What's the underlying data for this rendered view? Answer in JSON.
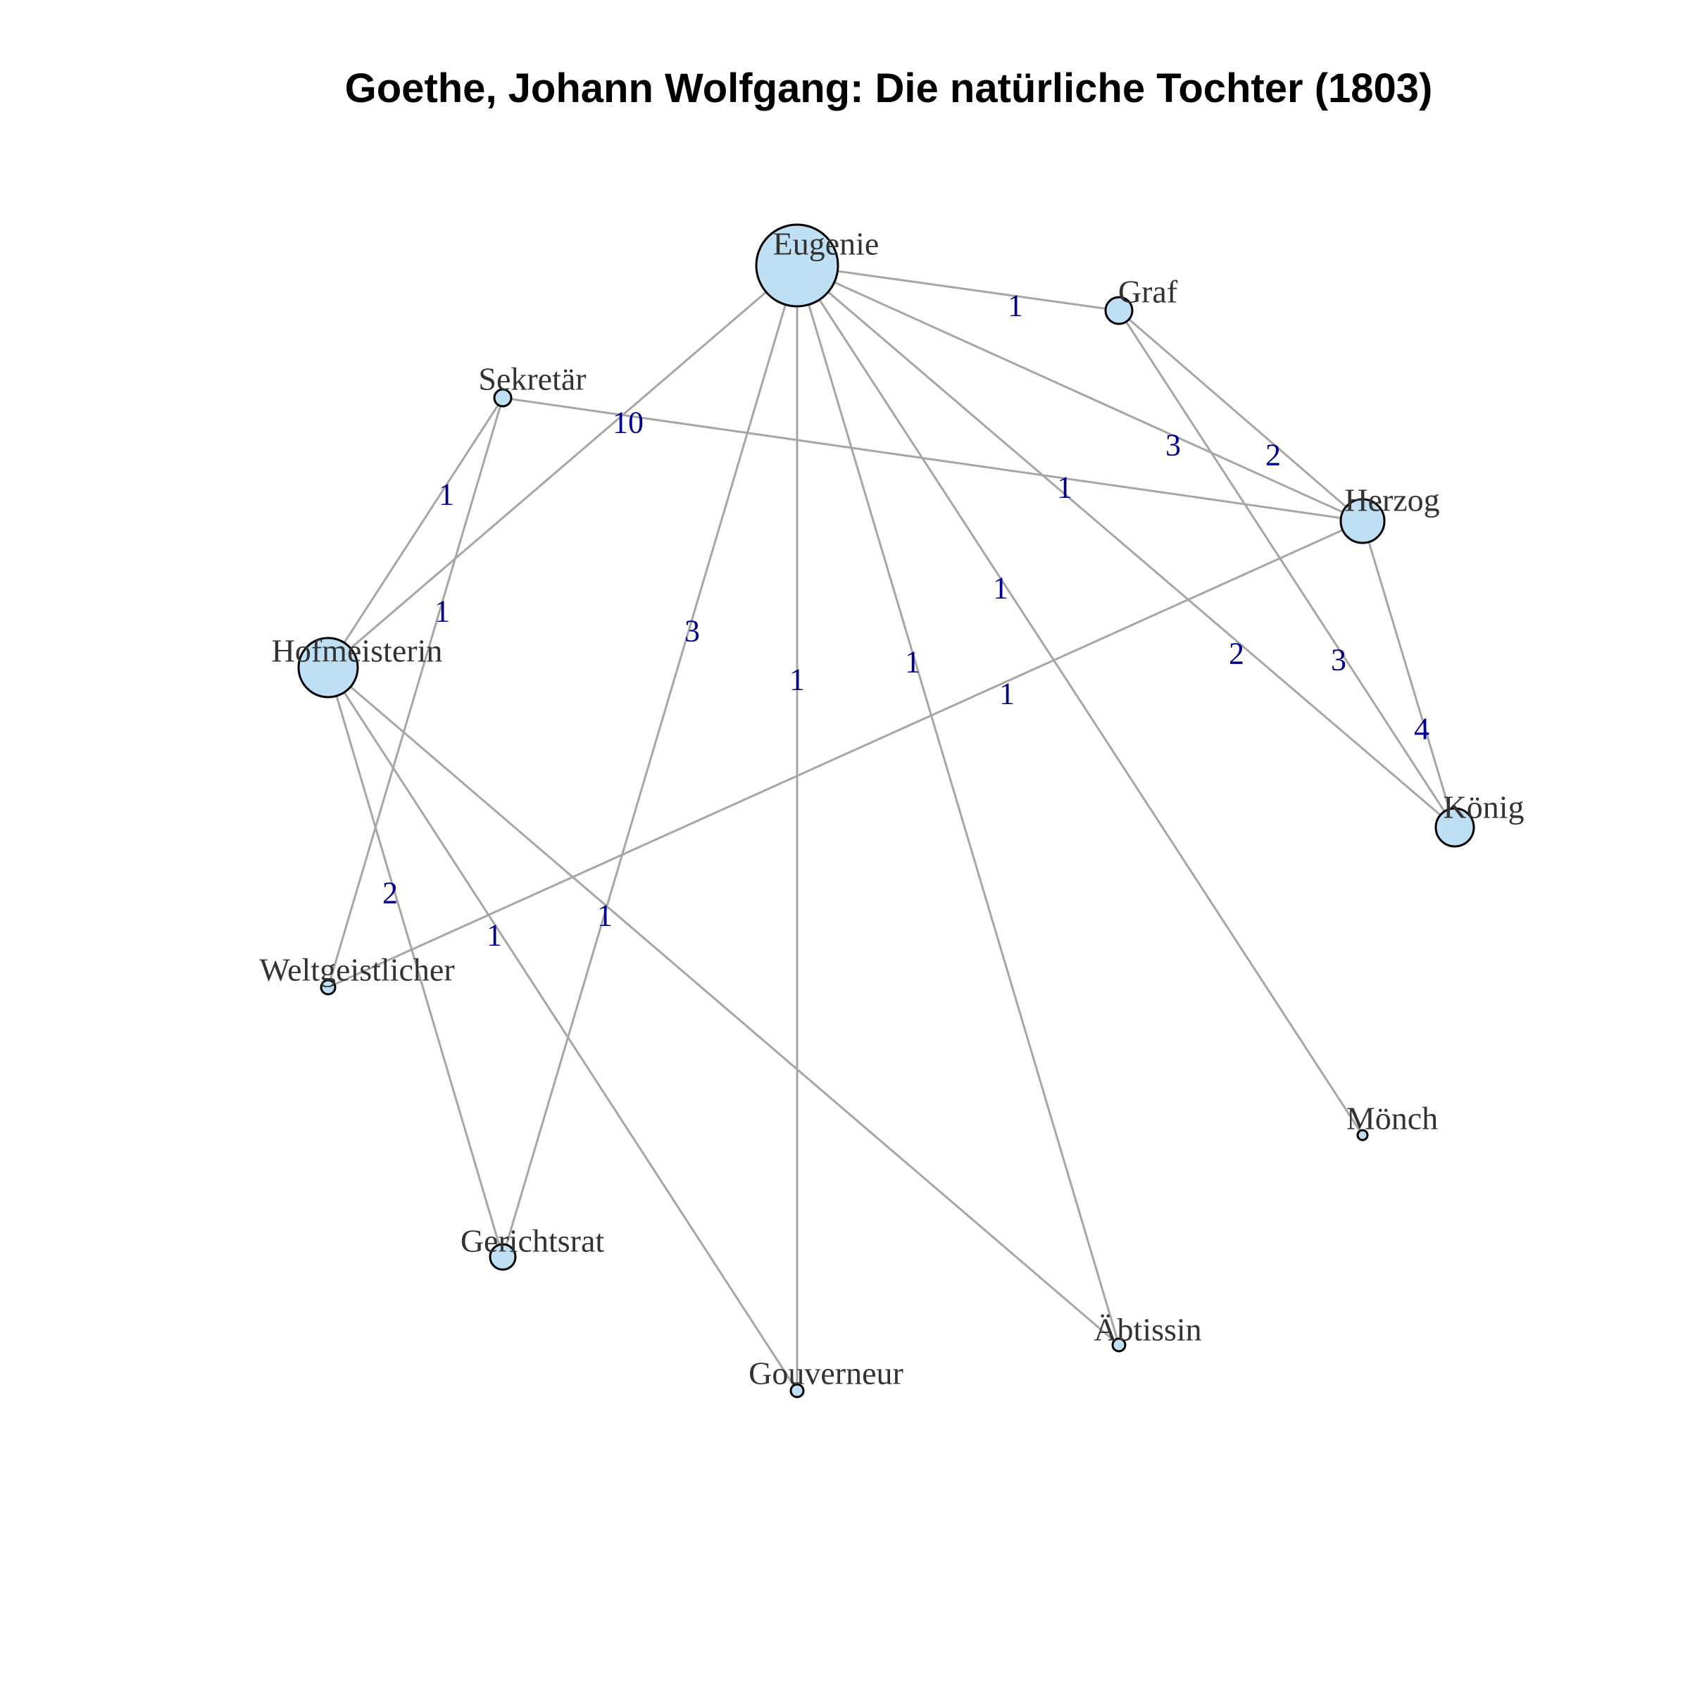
{
  "title": "Goethe, Johann Wolfgang: Die natürliche Tochter (1803)",
  "colors": {
    "node_fill": "#bfdff5",
    "node_stroke": "#000000",
    "edge": "#a6a6a6",
    "edge_label": "#00008b",
    "node_label": "#333333"
  },
  "nodes": [
    {
      "id": "eugenie",
      "label": "Eugenie"
    },
    {
      "id": "graf",
      "label": "Graf"
    },
    {
      "id": "sekretaer",
      "label": "Sekretär"
    },
    {
      "id": "herzog",
      "label": "Herzog"
    },
    {
      "id": "hofmeisterin",
      "label": "Hofmeisterin"
    },
    {
      "id": "koenig",
      "label": "König"
    },
    {
      "id": "weltgeistlicher",
      "label": "Weltgeistlicher"
    },
    {
      "id": "moench",
      "label": "Mönch"
    },
    {
      "id": "gerichtsrat",
      "label": "Gerichtsrat"
    },
    {
      "id": "aebtissin",
      "label": "Äbtissin"
    },
    {
      "id": "gouverneur",
      "label": "Gouverneur"
    }
  ],
  "edges": [
    {
      "source": "eugenie",
      "target": "graf",
      "weight": "1"
    },
    {
      "source": "eugenie",
      "target": "hofmeisterin",
      "weight": "10"
    },
    {
      "source": "eugenie",
      "target": "herzog",
      "weight": "3"
    },
    {
      "source": "eugenie",
      "target": "koenig",
      "weight": "2"
    },
    {
      "source": "eugenie",
      "target": "gerichtsrat",
      "weight": "3"
    },
    {
      "source": "eugenie",
      "target": "gouverneur",
      "weight": "1"
    },
    {
      "source": "eugenie",
      "target": "aebtissin",
      "weight": "1"
    },
    {
      "source": "eugenie",
      "target": "moench",
      "weight": "1"
    },
    {
      "source": "graf",
      "target": "herzog",
      "weight": "2"
    },
    {
      "source": "graf",
      "target": "koenig",
      "weight": "3"
    },
    {
      "source": "sekretaer",
      "target": "herzog",
      "weight": "1"
    },
    {
      "source": "sekretaer",
      "target": "hofmeisterin",
      "weight": "1"
    },
    {
      "source": "sekretaer",
      "target": "weltgeistlicher",
      "weight": "1"
    },
    {
      "source": "herzog",
      "target": "koenig",
      "weight": "4"
    },
    {
      "source": "herzog",
      "target": "weltgeistlicher",
      "weight": "1"
    },
    {
      "source": "hofmeisterin",
      "target": "gerichtsrat",
      "weight": "2"
    },
    {
      "source": "hofmeisterin",
      "target": "gouverneur",
      "weight": "1"
    },
    {
      "source": "hofmeisterin",
      "target": "aebtissin",
      "weight": "1"
    }
  ]
}
